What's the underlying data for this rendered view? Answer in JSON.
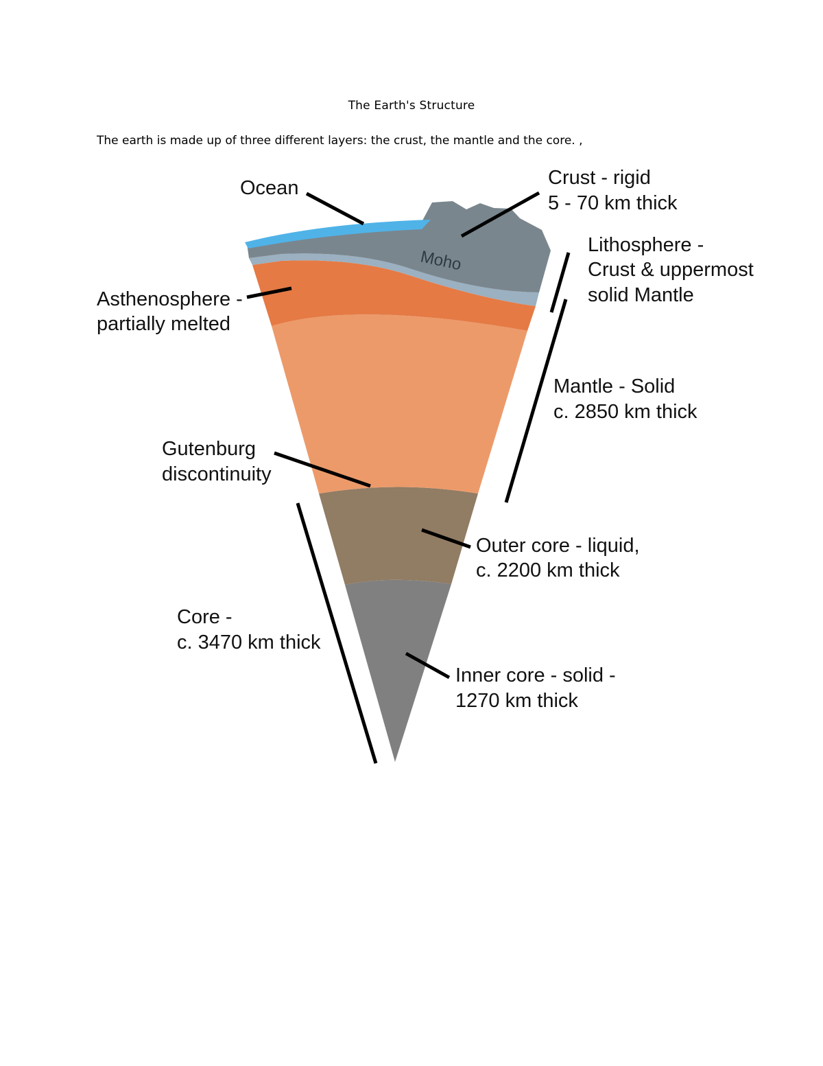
{
  "document": {
    "title": "The Earth's Structure",
    "intro": "The earth is made up of three different layers: the crust, the mantle and the core. ,"
  },
  "diagram": {
    "colors": {
      "ocean": "#4fb3e8",
      "crust": "#7a868e",
      "lithospheric_mantle": "#9bb0c0",
      "asthenosphere": "#e57a45",
      "mantle": "#ec9a6a",
      "outer_core": "#917c64",
      "inner_core": "#808080"
    },
    "labels": {
      "ocean": "Ocean",
      "crust_line1": "Crust - rigid",
      "crust_line2": "5 - 70 km thick",
      "lithosphere_line1": "Lithosphere -",
      "lithosphere_line2": "Crust & uppermost",
      "lithosphere_line3": "solid Mantle",
      "moho": "Moho",
      "asthenosphere_line1": "Asthenosphere -",
      "asthenosphere_line2": "partially melted",
      "mantle_line1": "Mantle - Solid",
      "mantle_line2": "c. 2850 km thick",
      "gutenberg_line1": "Gutenburg",
      "gutenberg_line2": "discontinuity",
      "outer_core_line1": "Outer core - liquid,",
      "outer_core_line2": "c. 2200 km thick",
      "core_line1": "Core -",
      "core_line2": "c. 3470 km thick",
      "inner_core_line1": "Inner core - solid -",
      "inner_core_line2": "1270 km thick"
    }
  }
}
